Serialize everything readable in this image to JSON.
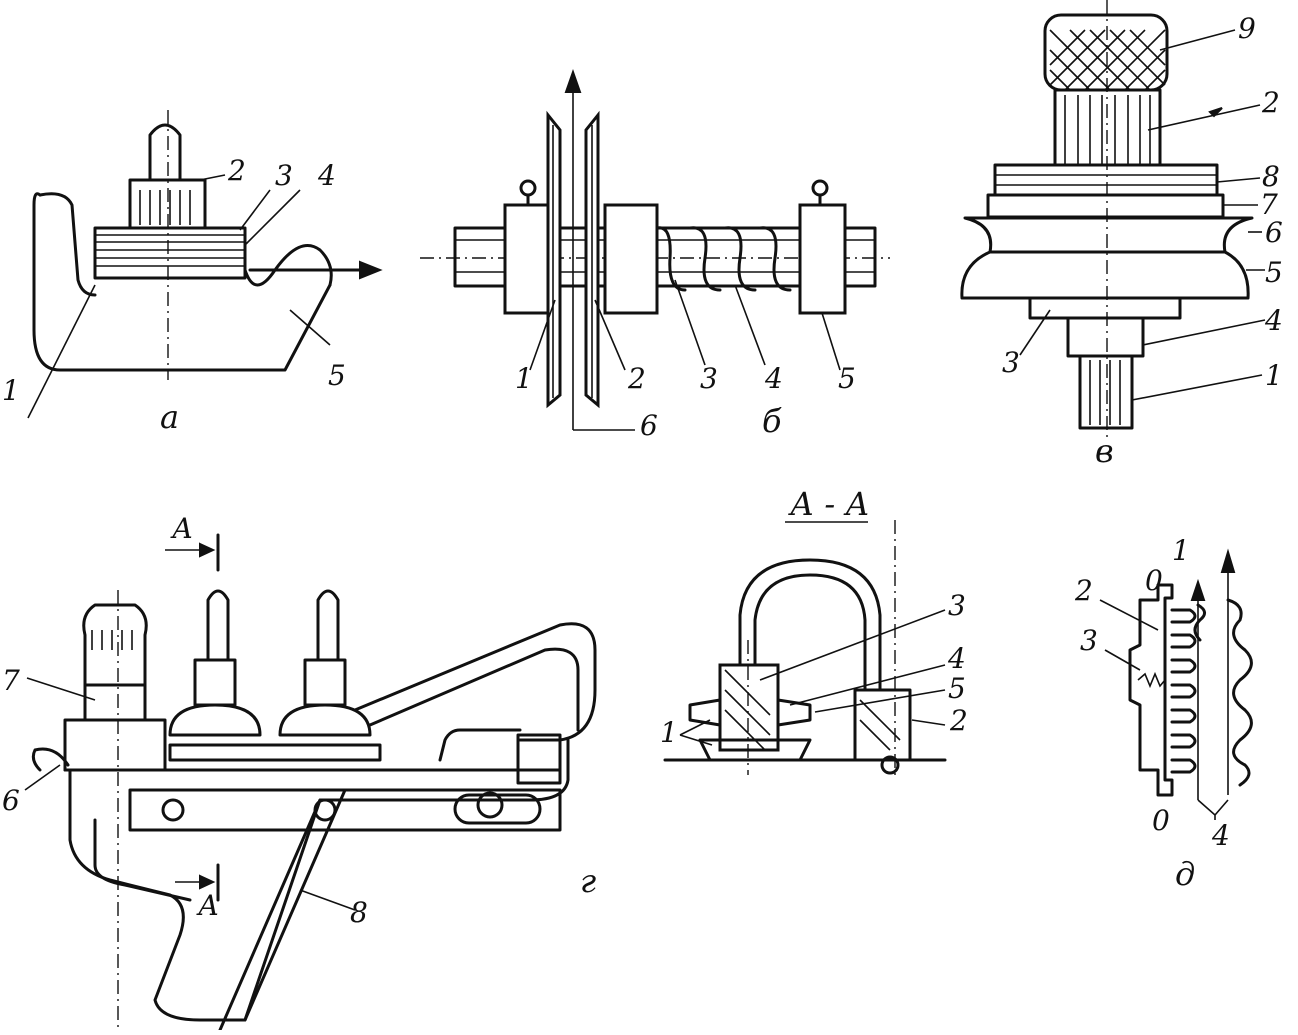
{
  "panels": {
    "a": {
      "caption": "а",
      "labels": [
        "1",
        "2",
        "3",
        "4",
        "5"
      ]
    },
    "b": {
      "caption": "б",
      "labels": [
        "1",
        "2",
        "3",
        "4",
        "5",
        "6"
      ]
    },
    "v": {
      "caption": "в",
      "labels": [
        "1",
        "2",
        "3",
        "4",
        "5",
        "6",
        "7",
        "8",
        "9"
      ]
    },
    "g": {
      "caption": "г",
      "section_mark": "А",
      "labels": [
        "6",
        "7",
        "8"
      ]
    },
    "section": {
      "title": "А - А",
      "labels": [
        "1",
        "2",
        "3",
        "4",
        "5"
      ]
    },
    "d": {
      "caption": "д",
      "labels": [
        "0",
        "1",
        "2",
        "3",
        "0",
        "4"
      ]
    }
  }
}
